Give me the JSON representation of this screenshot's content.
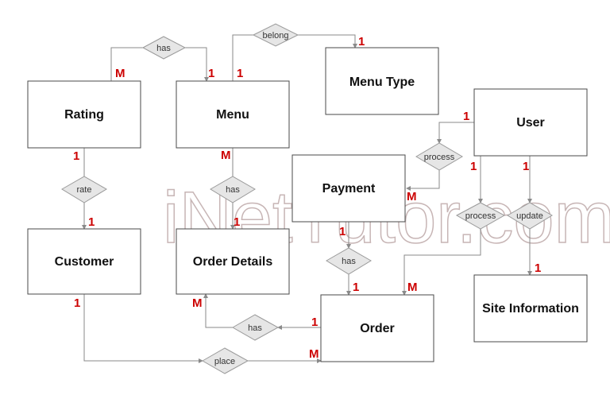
{
  "watermark": "iNetTutor.com",
  "entities": {
    "rating": "Rating",
    "menu": "Menu",
    "menu_type": "Menu Type",
    "user": "User",
    "payment": "Payment",
    "customer": "Customer",
    "order_details": "Order Details",
    "order": "Order",
    "site_information": "Site Information"
  },
  "relationships": {
    "rating_menu": "has",
    "menu_menutype": "belong",
    "rating_customer": "rate",
    "menu_orderdetails": "has",
    "user_payment": "process",
    "user_order": "process",
    "user_siteinfo": "update",
    "payment_order": "has",
    "order_orderdetails": "has",
    "customer_order": "place"
  },
  "cardinalities": {
    "rating_has": "M",
    "menu_has": "1",
    "menu_belong": "1",
    "menutype_belong": "1",
    "rating_rate": "1",
    "customer_rate": "1",
    "menu_has2": "M",
    "orderdetails_has": "1",
    "user_process1": "1",
    "payment_process": "M",
    "user_process2": "1",
    "user_update": "1",
    "siteinfo_update": "1",
    "payment_has": "1",
    "order_has": "1",
    "order_process": "M",
    "order_has2": "1",
    "orderdetails_has2": "M",
    "customer_place": "1",
    "order_place": "M"
  }
}
